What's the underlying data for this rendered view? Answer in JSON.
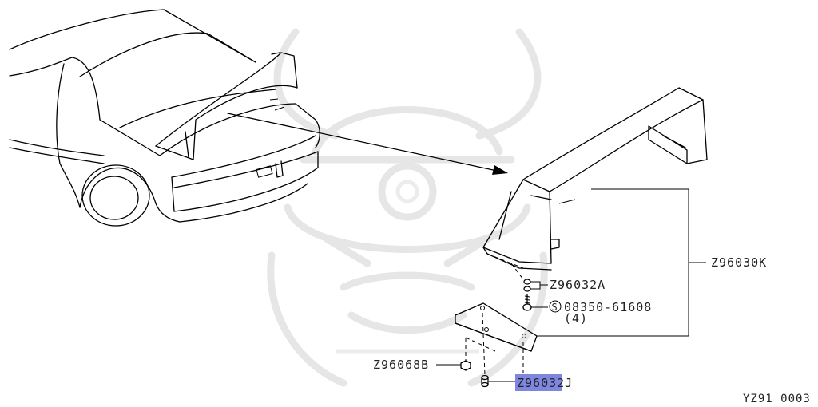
{
  "labels": {
    "assembly": "Z96030K",
    "part_a": "Z96032A",
    "screw_symbol": "S",
    "screw_part": "08350-61608",
    "screw_qty": "(4)",
    "nut": "Z96068B",
    "spacer": "Z96032J",
    "figure_code": "YZ91 0003"
  },
  "colors": {
    "line": "#000000",
    "highlight": "#7f86e0",
    "watermark": "#e6e6e6"
  }
}
